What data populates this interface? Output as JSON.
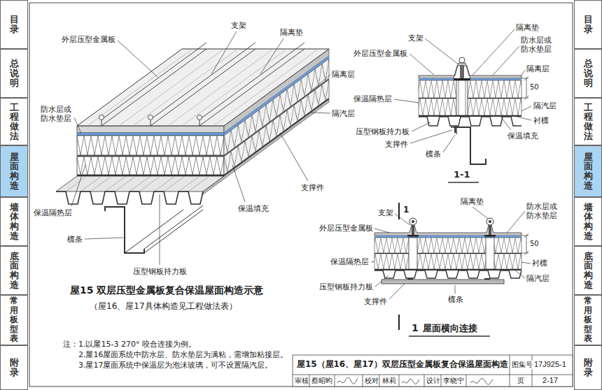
{
  "diagram": {
    "title": "屋15（屋16、屋17）双层压型金属板复合保温屋面构造",
    "caption": "屋15 双层压型金属板复合保温屋面构造示意",
    "nodes": [
      {
        "text": [
          "目录"
        ]
      },
      {
        "text": [
          "总说明"
        ]
      },
      {
        "text": [
          "工程做法"
        ]
      },
      {
        "text": [
          "屋面构造"
        ]
      },
      {
        "text": [
          "墙体构造"
        ]
      },
      {
        "text": [
          "底面构造"
        ]
      },
      {
        "text": [
          "常用板型表"
        ]
      },
      {
        "text": [
          "附录"
        ]
      },
      {
        "text": [
          "目录"
        ]
      },
      {
        "text": [
          "总说明"
        ]
      },
      {
        "text": [
          "工程做法"
        ]
      },
      {
        "text": [
          "屋面构造"
        ]
      },
      {
        "text": [
          "墙体构造"
        ]
      },
      {
        "text": [
          "底面构造"
        ]
      },
      {
        "text": [
          "常用板型表"
        ]
      },
      {
        "text": [
          "附录"
        ]
      }
    ],
    "labels": [
      "外层压型金属板",
      "支架",
      "隔离垫",
      "隔离层",
      "防水层或防水垫层",
      "保温隔热层",
      "檩条",
      "隔汽层",
      "支撑件",
      "保温填充",
      "压型钢板持力板",
      "（屋16、屋17具体构造见工程做法表）",
      "支架",
      "隔离垫",
      "外层压型金属板",
      "防水层或防水垫层",
      "隔离层",
      "50",
      "保温隔热层",
      "隔汽层",
      "压型钢板持力板",
      "衬檩",
      "支撑件",
      "保温填充",
      "檩条",
      "1-1",
      "隔离垫",
      "支架",
      "1",
      "防水层或防水垫层",
      "外层压型金属板",
      "50",
      "衬檩",
      "保温隔热层",
      "隔汽层",
      "压型钢板持力板",
      "支撑件",
      "檩条",
      "1",
      "屋面横向连接",
      "注：",
      "1.以屋15-3 270° 咬合连接为例。",
      "2.屋16屋面系统中防水层、防水垫层为满粘，需增加粘接层。",
      "3.屋17屋面系统中保温层为泡沫玻璃，可不设置隔汽层。",
      "图集号",
      "17J925-1",
      "审核",
      "蔡昭昀",
      "校对",
      "林莉",
      "设计",
      "李晓宁",
      "页",
      "2-17"
    ]
  }
}
